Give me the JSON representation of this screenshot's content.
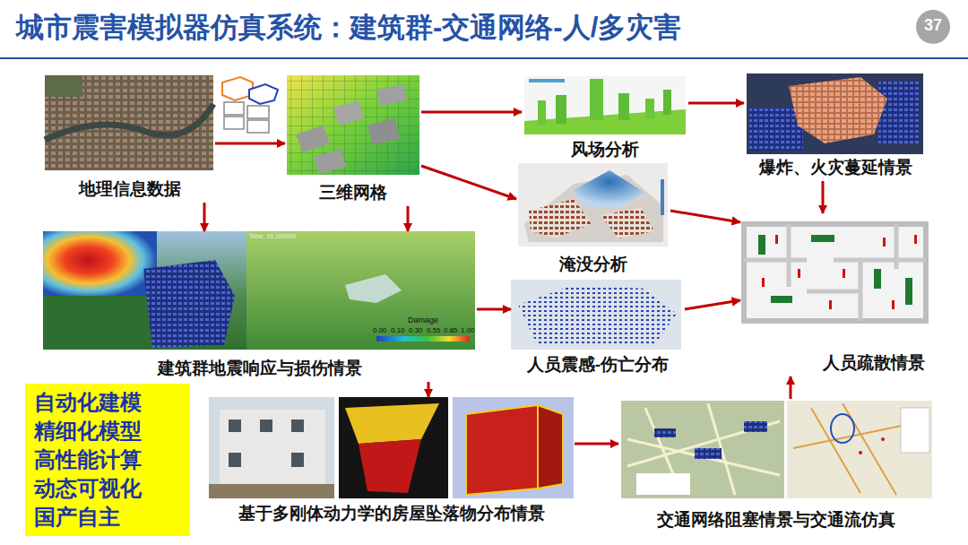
{
  "diagram": {
    "title": "城市震害模拟器仿真系统：建筑群-交通网络-人/多灾害",
    "nodes": [
      {
        "text": [
          "地理信息数据"
        ]
      },
      {
        "text": [
          "三维网格"
        ]
      },
      {
        "text": [
          "风场分析"
        ]
      },
      {
        "text": [
          "爆炸、火灾蔓延情景"
        ]
      },
      {
        "text": [
          "淹没分析"
        ]
      },
      {
        "text": [
          "建筑群地震响应与损伤情景"
        ]
      },
      {
        "text": [
          "人员震感-伤亡分布"
        ]
      },
      {
        "text": [
          "人员疏散情景"
        ]
      },
      {
        "text": [
          "基于多刚体动力学的房屋坠落物分布情景"
        ]
      },
      {
        "text": [
          "交通网络阻塞情景与交通流仿真"
        ]
      },
      {
        "text": [
          "自动化建模",
          "精细化模型",
          "高性能计算",
          "动态可视化",
          "国产自主"
        ]
      }
    ],
    "edges": [
      {
        "from": 0,
        "to": 1,
        "arrow": "to"
      },
      {
        "from": 0,
        "to": 5,
        "arrow": "to"
      },
      {
        "from": 1,
        "to": 2,
        "arrow": "to"
      },
      {
        "from": 1,
        "to": 4,
        "arrow": "to"
      },
      {
        "from": 1,
        "to": 5,
        "arrow": "to"
      },
      {
        "from": 2,
        "to": 3,
        "arrow": "to"
      },
      {
        "from": 3,
        "to": 7,
        "arrow": "to"
      },
      {
        "from": 4,
        "to": 7,
        "arrow": "to"
      },
      {
        "from": 5,
        "to": 6,
        "arrow": "to"
      },
      {
        "from": 6,
        "to": 7,
        "arrow": "to"
      },
      {
        "from": 5,
        "to": 8,
        "arrow": "to"
      },
      {
        "from": 8,
        "to": 9,
        "arrow": "to"
      },
      {
        "from": 9,
        "to": 7,
        "arrow": "to"
      }
    ],
    "labels": [
      "37",
      "Time: 10.100000",
      "Damage",
      "0.00",
      "0.10",
      "0.30",
      "0.55",
      "0.85",
      "1.00"
    ]
  }
}
